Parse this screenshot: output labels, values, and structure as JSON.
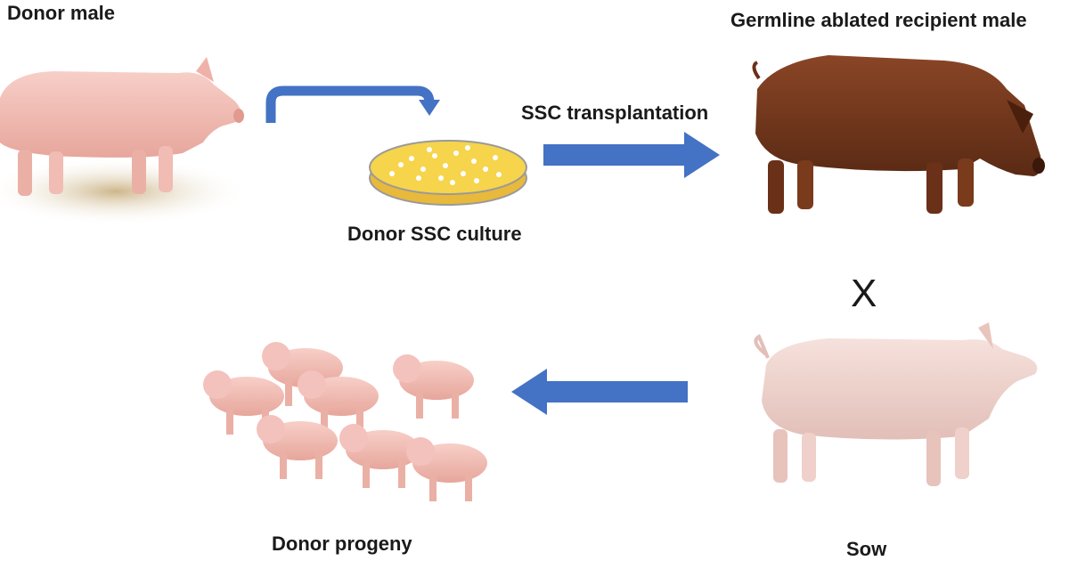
{
  "labels": {
    "donor_male": "Donor male",
    "recipient_male": "Germline ablated recipient male",
    "ssc_transplantation": "SSC transplantation",
    "ssc_culture": "Donor SSC culture",
    "cross": "X",
    "donor_progeny": "Donor progeny",
    "sow": "Sow"
  },
  "colors": {
    "arrow": "#4472c4",
    "pink_pig": "#f3c2bc",
    "pink_pig_shadow": "#e4a59d",
    "white_pig": "#f1d9d4",
    "brown_pig": "#7a3d22",
    "dish_medium": "#f6d44c",
    "ground": "#d8c6a0"
  },
  "icons": {
    "donor_male": "pink-boar-icon",
    "recipient_male": "brown-boar-icon",
    "culture": "petri-dish-icon",
    "sow": "white-sow-icon",
    "progeny": "piglet-group-icon"
  }
}
